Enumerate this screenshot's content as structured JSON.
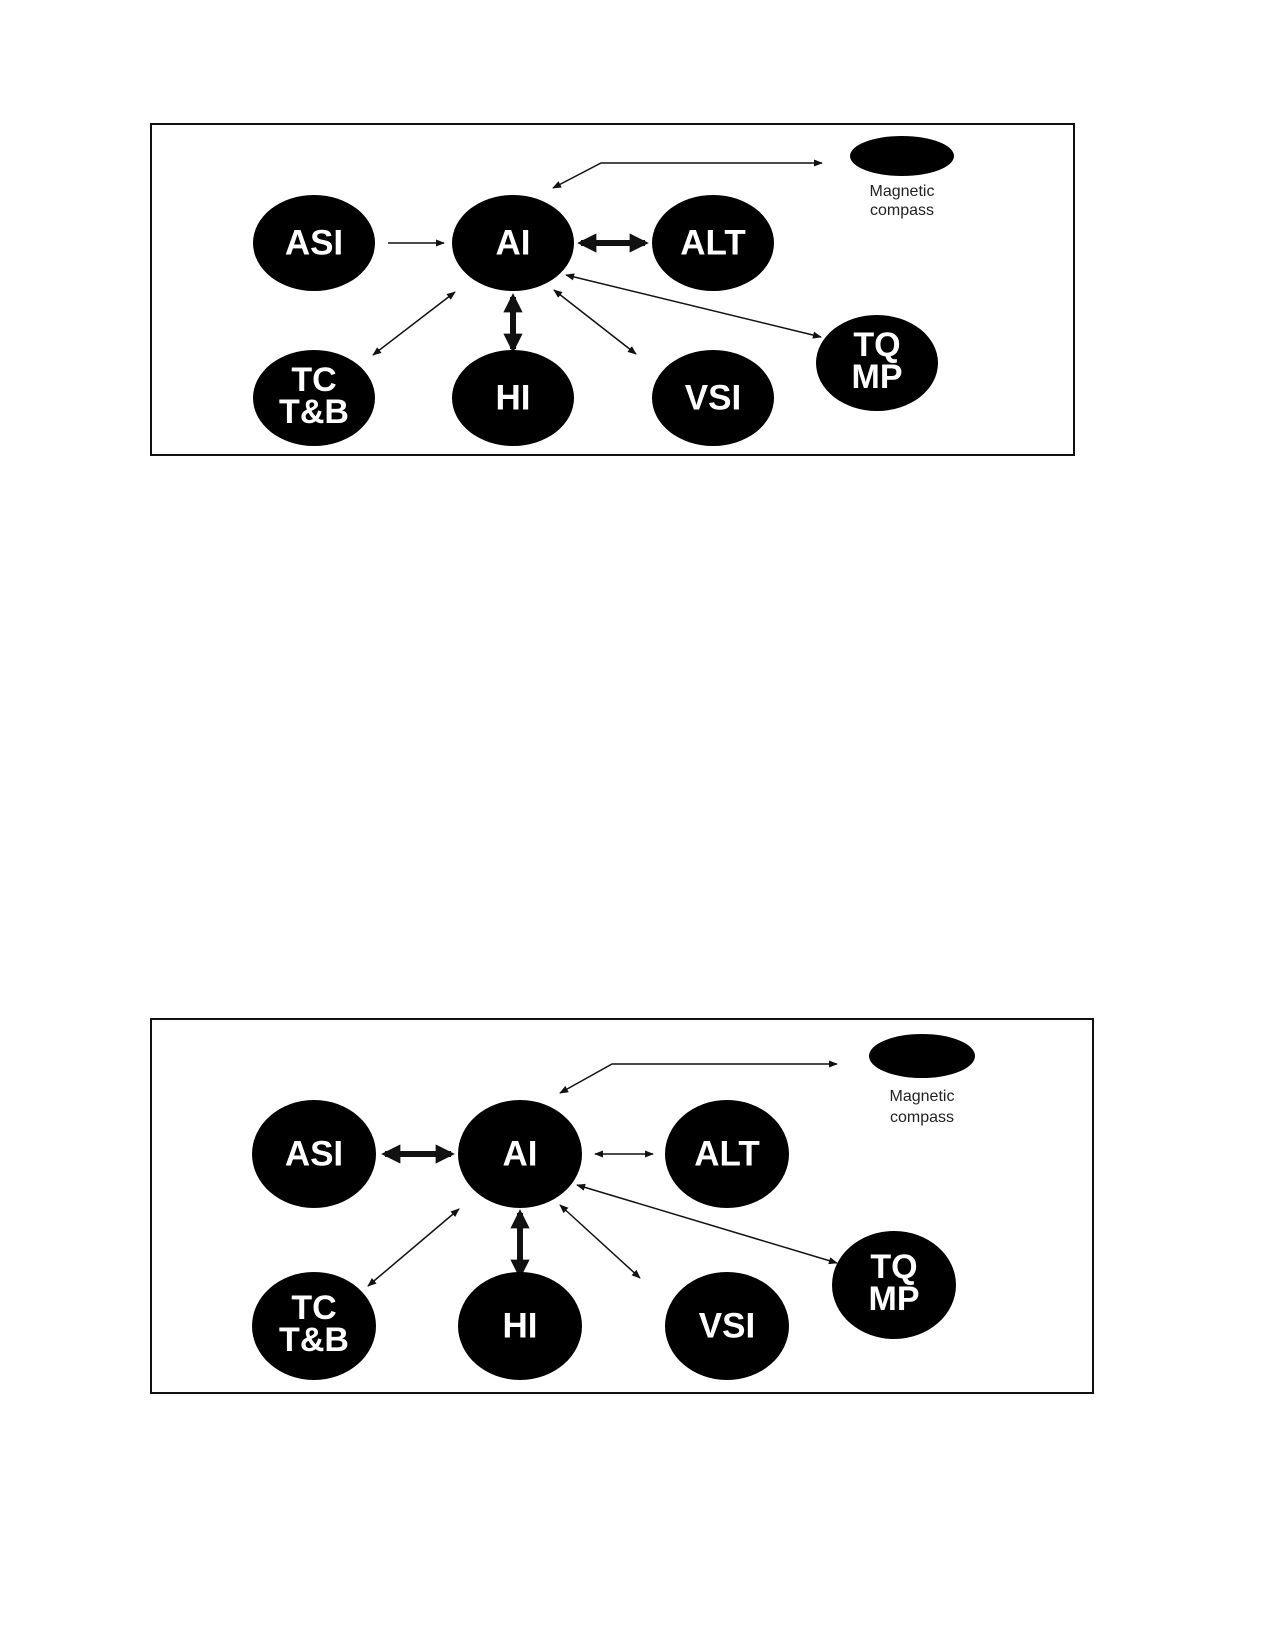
{
  "diagrams": [
    {
      "nodes": {
        "asi": "ASI",
        "ai": "AI",
        "alt": "ALT",
        "tc": "TC",
        "tb": "T&B",
        "hi": "HI",
        "vsi": "VSI",
        "tq": "TQ",
        "mp": "MP",
        "compass_line1": "Magnetic",
        "compass_line2": "compass"
      }
    },
    {
      "nodes": {
        "asi": "ASI",
        "ai": "AI",
        "alt": "ALT",
        "tc": "TC",
        "tb": "T&B",
        "hi": "HI",
        "vsi": "VSI",
        "tq": "TQ",
        "mp": "MP",
        "compass_line1": "Magnetic",
        "compass_line2": "compass"
      }
    }
  ]
}
